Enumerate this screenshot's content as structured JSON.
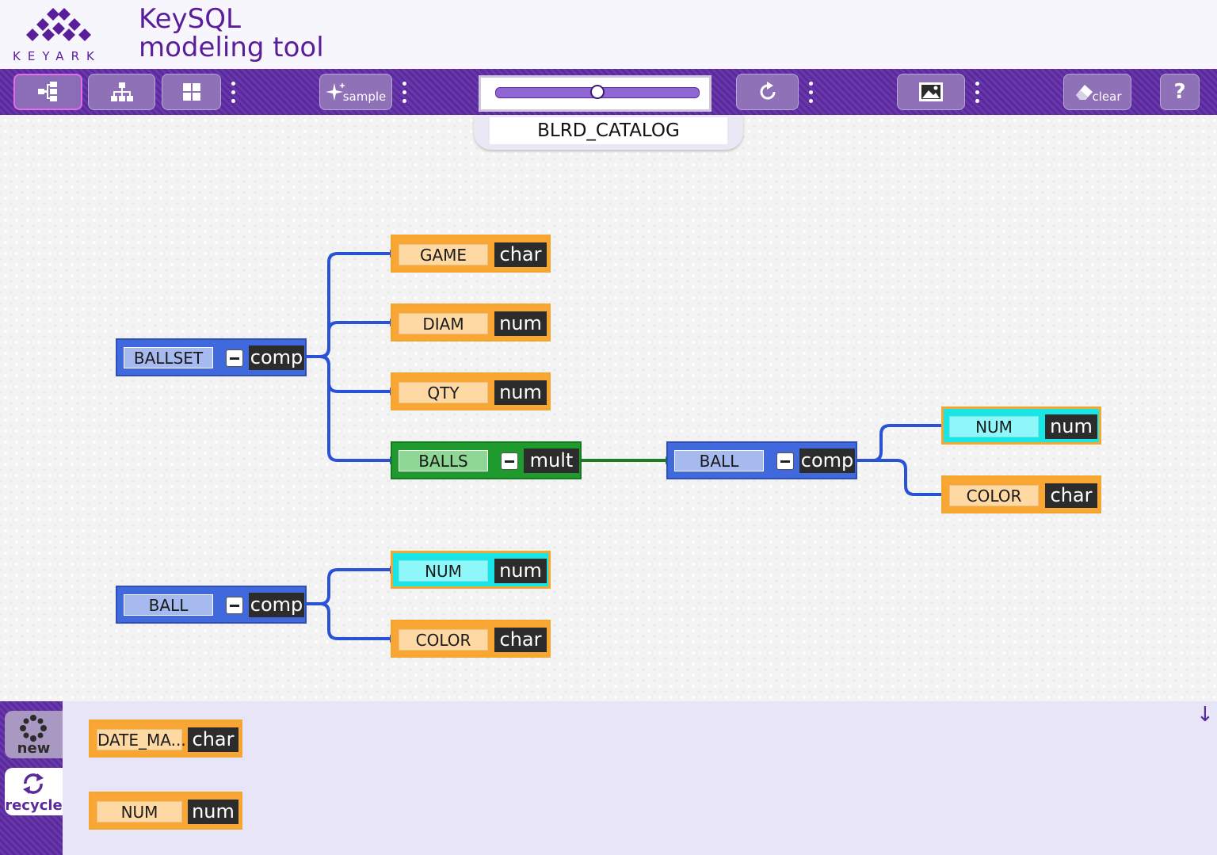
{
  "header": {
    "logo_text": "KEYARK",
    "title_line1": "KeySQL",
    "title_line2": "modeling tool"
  },
  "toolbar": {
    "sample_label": "sample",
    "clear_label": "clear",
    "help_label": "?",
    "zoom_level": 0.5
  },
  "model": {
    "name": "BLRD_CATALOG"
  },
  "tree1": {
    "root": {
      "label": "BALLSET",
      "type": "comp"
    },
    "children": [
      {
        "label": "GAME",
        "type": "char"
      },
      {
        "label": "DIAM",
        "type": "num"
      },
      {
        "label": "QTY",
        "type": "num"
      },
      {
        "label": "BALLS",
        "type": "mult"
      }
    ],
    "ball": {
      "label": "BALL",
      "type": "comp"
    },
    "ball_children": [
      {
        "label": "NUM",
        "type": "num"
      },
      {
        "label": "COLOR",
        "type": "char"
      }
    ]
  },
  "tree2": {
    "root": {
      "label": "BALL",
      "type": "comp"
    },
    "children": [
      {
        "label": "NUM",
        "type": "num"
      },
      {
        "label": "COLOR",
        "type": "char"
      }
    ]
  },
  "bottom_panel": {
    "new_label": "new",
    "recycle_label": "recycle",
    "arrow": "↓",
    "items": [
      {
        "label": "DATE_MA...",
        "type": "char"
      },
      {
        "label": "NUM",
        "type": "num"
      }
    ]
  },
  "colors": {
    "brand_purple": "#5a2a9b",
    "comp_blue": "#4169de",
    "char_orange": "#f9a635",
    "num_cyan": "#18e6e6",
    "mult_green": "#1f9a2c",
    "edge_blue": "#2a52d6",
    "edge_green": "#1e7a24"
  }
}
